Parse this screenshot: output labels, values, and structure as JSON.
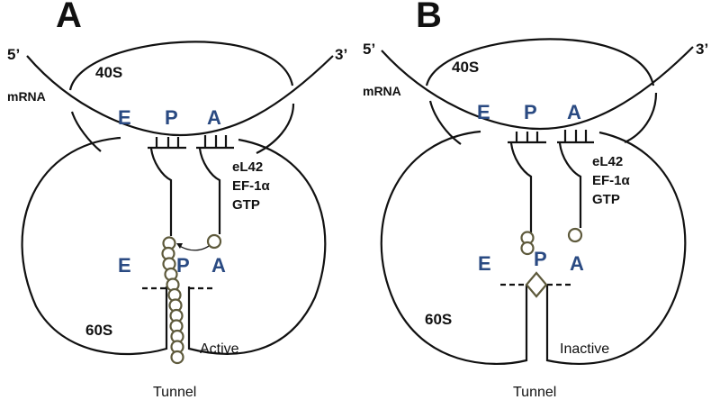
{
  "panels": [
    {
      "letter": "A",
      "five_prime": "5’",
      "three_prime": "3’",
      "mrna_label": "mRNA",
      "small_subunit": "40S",
      "large_subunit": "60S",
      "top_sites": [
        "E",
        "P",
        "A"
      ],
      "bottom_sites": [
        "E",
        "P",
        "A"
      ],
      "factors": [
        "eL42",
        "EF-1α",
        "GTP"
      ],
      "state": "Active",
      "tunnel_label": "Tunnel",
      "nascent_chain_beads": 12
    },
    {
      "letter": "B",
      "five_prime": "5’",
      "three_prime": "3’",
      "mrna_label": "mRNA",
      "small_subunit": "40S",
      "large_subunit": "60S",
      "top_sites": [
        "E",
        "P",
        "A"
      ],
      "bottom_sites": [
        "E",
        "P",
        "A"
      ],
      "factors": [
        "eL42",
        "EF-1α",
        "GTP"
      ],
      "state": "Inactive",
      "tunnel_label": "Tunnel",
      "nascent_chain_beads": 2
    }
  ],
  "colors": {
    "site_letters": "#2a4a82",
    "bead_outline": "#5e5a3c",
    "lines": "#111111"
  }
}
